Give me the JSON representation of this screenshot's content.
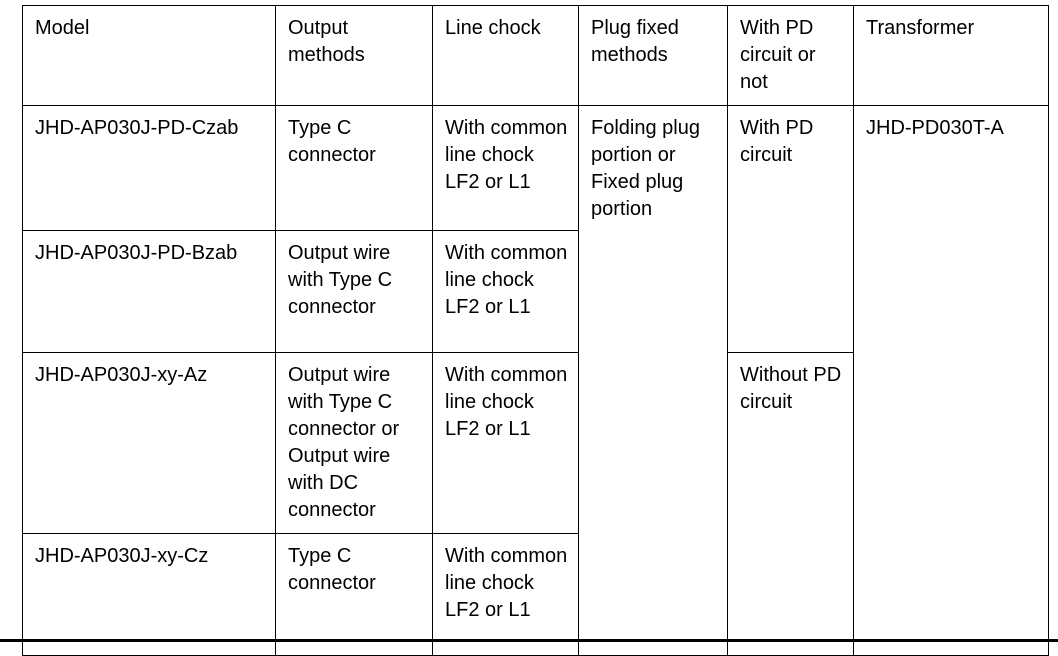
{
  "document": {
    "title": "Model Specification Table",
    "border_color": "#000000",
    "text_color": "#000000",
    "background_color": "#ffffff"
  },
  "table": {
    "columns": [
      {
        "key": "model",
        "label": "Model"
      },
      {
        "key": "output",
        "label": "Output methods"
      },
      {
        "key": "chock",
        "label": "Line chock"
      },
      {
        "key": "plug",
        "label": "Plug fixed methods"
      },
      {
        "key": "pd",
        "label": "With PD circuit or not"
      },
      {
        "key": "transformer",
        "label": "Transformer"
      }
    ],
    "headers": {
      "model": "Model",
      "output": "Output methods",
      "chock": "Line chock",
      "plug": "Plug fixed methods",
      "pd": "With PD circuit or not",
      "transformer": "Transformer"
    },
    "rows": [
      {
        "model": "JHD-AP030J-PD-Czab",
        "output": "Type C connector",
        "chock": "With common line chock LF2 or L1"
      },
      {
        "model": "JHD-AP030J-PD-Bzab",
        "output": "Output wire with Type C connector",
        "chock": "With common line chock LF2 or L1"
      },
      {
        "model": "JHD-AP030J-xy-Az",
        "output": "Output wire with Type C connector or Output wire with DC connector",
        "chock": "With common line chock LF2 or L1"
      },
      {
        "model": "JHD-AP030J-xy-Cz",
        "output": "Type C connector",
        "chock": "With common line chock LF2 or L1"
      }
    ],
    "merged_cells": {
      "plug_fixed_methods": "Folding plug portion or Fixed plug portion",
      "pd_circuit_rows_1_2": "With PD circuit",
      "pd_circuit_rows_3_4": "Without PD circuit",
      "transformer_all_rows": "JHD-PD030T-A"
    }
  }
}
